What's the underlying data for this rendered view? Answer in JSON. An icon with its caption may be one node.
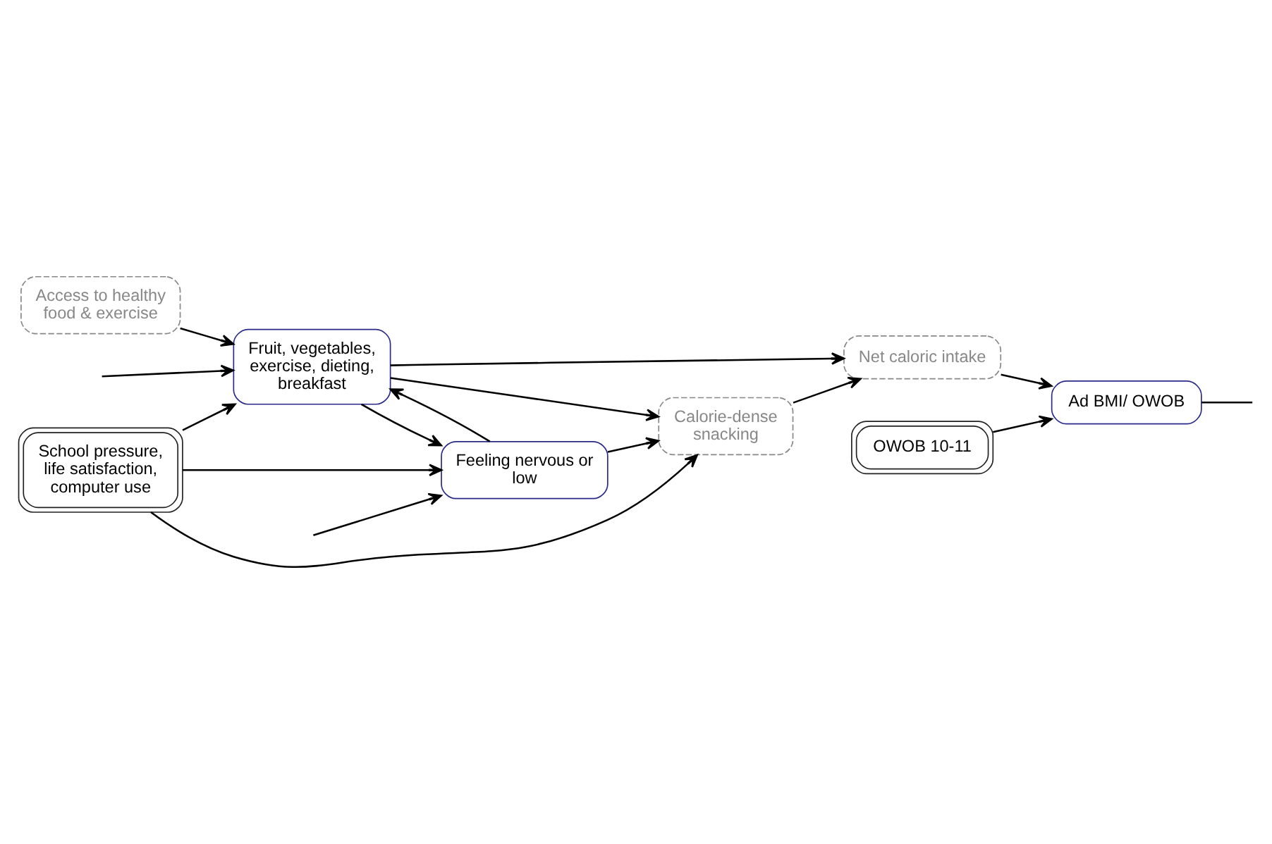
{
  "diagram": {
    "nodes": [
      {
        "text": [
          "Access to healthy food & exercise"
        ]
      },
      {
        "text": [
          "Fruit, vegetables, exercise, dieting, breakfast"
        ]
      },
      {
        "text": [
          "Calorie-dense snacking"
        ]
      },
      {
        "text": [
          "Net caloric intake"
        ]
      },
      {
        "text": [
          "OWOB 10-11"
        ]
      },
      {
        "text": [
          "Ad BMI/ OWOB"
        ]
      },
      {
        "text": [
          "Feeling nervous or low"
        ]
      },
      {
        "text": [
          "School pressure, life satisfaction, computer use"
        ]
      }
    ],
    "edges": [
      {
        "from": null,
        "to": 1,
        "arrow": "to"
      },
      {
        "from": 0,
        "to": 1,
        "arrow": "to"
      },
      {
        "from": 1,
        "to": 2,
        "arrow": "to"
      },
      {
        "from": 1,
        "to": 3,
        "arrow": "to"
      },
      {
        "from": 2,
        "to": 3,
        "arrow": "to"
      },
      {
        "from": 3,
        "to": 5,
        "arrow": "to"
      },
      {
        "from": 4,
        "to": 5,
        "arrow": "to"
      },
      {
        "from": 5,
        "to": null,
        "arrow": "none"
      },
      {
        "from": 1,
        "to": 6,
        "arrow": "to"
      },
      {
        "from": 6,
        "to": 1,
        "arrow": "to"
      },
      {
        "from": 6,
        "to": 2,
        "arrow": "to"
      },
      {
        "from": 7,
        "to": 1,
        "arrow": "to"
      },
      {
        "from": 7,
        "to": 2,
        "arrow": "to"
      },
      {
        "from": 7,
        "to": 6,
        "arrow": "to"
      },
      {
        "from": null,
        "to": 6,
        "arrow": "to"
      }
    ]
  }
}
